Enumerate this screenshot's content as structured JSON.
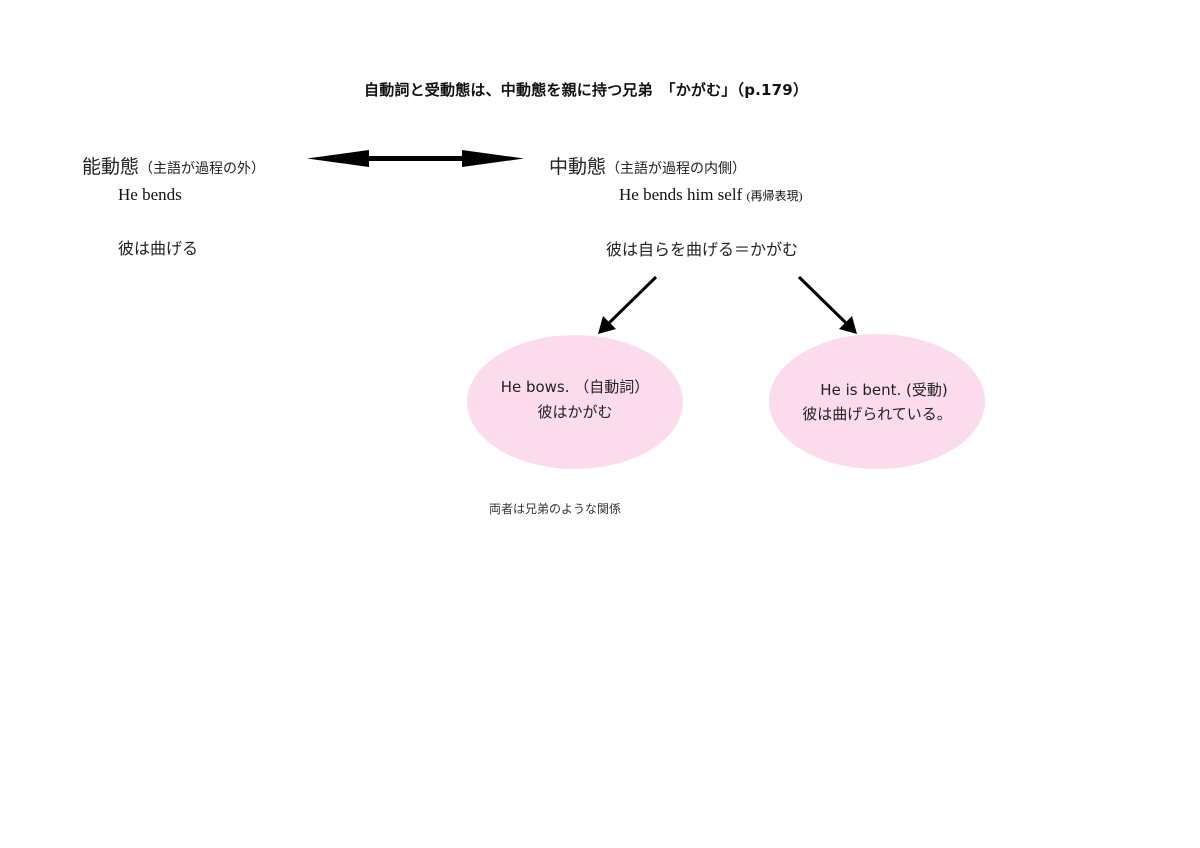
{
  "title": "自動詞と受動態は、中動態を親に持つ兄弟　「かがむ」（p.179）",
  "active_voice": {
    "heading": "能動態",
    "heading_note": "（主語が過程の外）",
    "english": "He bends",
    "japanese": "彼は曲げる"
  },
  "middle_voice": {
    "heading": "中動態",
    "heading_note": "（主語が過程の内側）",
    "english": "He bends him self",
    "english_note": "(再帰表現)",
    "japanese": "彼は自らを曲げる＝かがむ"
  },
  "children": [
    {
      "english": "He bows. （自動詞）",
      "japanese": "彼はかがむ"
    },
    {
      "english": "He is bent. (受動)",
      "japanese": "彼は曲げられている。"
    }
  ],
  "footnote": "両者は兄弟のような関係",
  "colors": {
    "ellipse_fill": "#fcdcec",
    "arrow": "#000000"
  },
  "arrows": [
    {
      "type": "double-arrow",
      "from": "active_voice",
      "to": "middle_voice"
    },
    {
      "type": "arrow",
      "from": "middle_voice",
      "to": "children.0"
    },
    {
      "type": "arrow",
      "from": "middle_voice",
      "to": "children.1"
    }
  ]
}
